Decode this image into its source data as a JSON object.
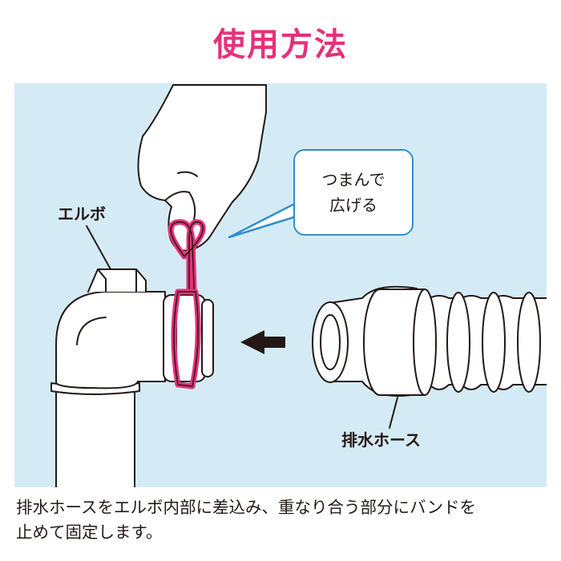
{
  "title": "使用方法",
  "callout": {
    "line1": "つまんで",
    "line2": "広げる"
  },
  "labels": {
    "elbow": "エルボ",
    "drain_hose": "排水ホース"
  },
  "caption": {
    "line1": "排水ホースをエルボ内部に差込み、重なり合う部分にバンドを",
    "line2": "止めて固定します。"
  },
  "colors": {
    "title": "#e5317a",
    "panel_background": "#d4ebf5",
    "band": "#e5317a",
    "callout_border": "#2f8fcf",
    "text": "#231815"
  },
  "icons": [
    "hand-pinching-icon",
    "arrow-left-icon"
  ]
}
